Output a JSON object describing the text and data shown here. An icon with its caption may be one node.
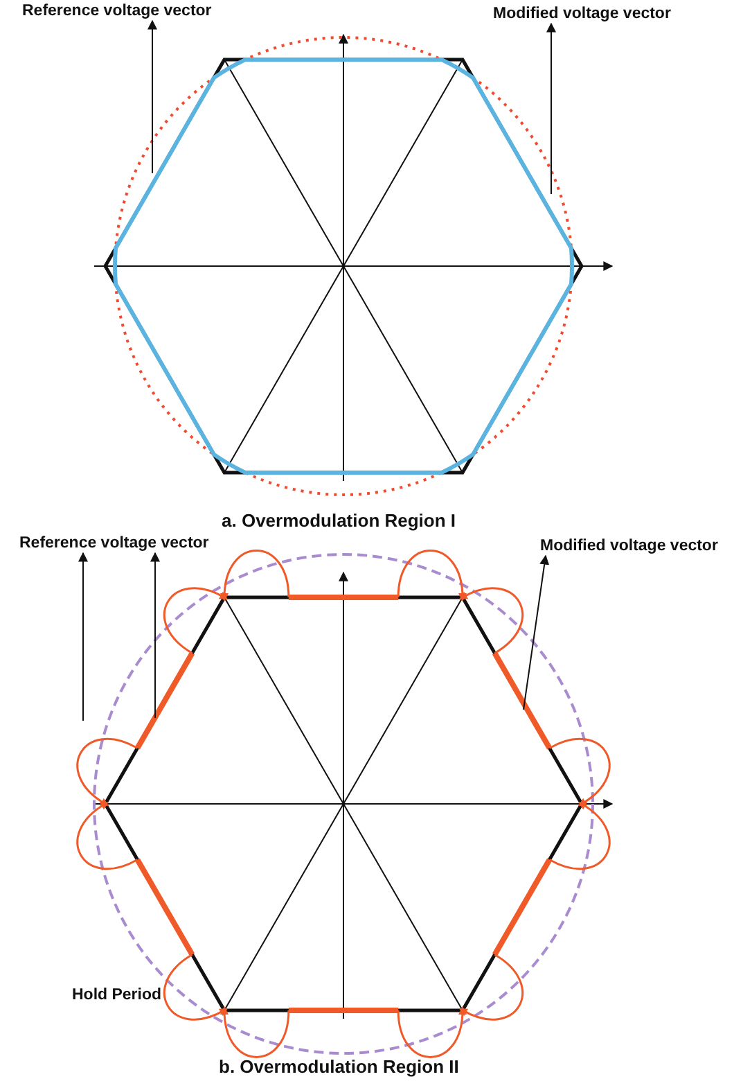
{
  "diagram": {
    "nodes": [
      {
        "text": [
          "Reference voltage vector"
        ]
      },
      {
        "text": [
          "Modified voltage vector"
        ]
      },
      {
        "text": [
          "Reference voltage vector"
        ]
      },
      {
        "text": [
          "Modified voltage vector"
        ]
      }
    ],
    "edges": [
      {
        "from": null,
        "to": 0,
        "arrow": "to"
      },
      {
        "from": null,
        "to": 1,
        "arrow": "to"
      },
      {
        "from": null,
        "to": 2,
        "arrow": "to"
      },
      {
        "from": null,
        "to": 2,
        "arrow": "to"
      },
      {
        "from": null,
        "to": 3,
        "arrow": "to"
      }
    ],
    "labels": [
      "a. Overmodulation Region I",
      "Hold Period",
      "b. Overmodulation Region II"
    ]
  }
}
